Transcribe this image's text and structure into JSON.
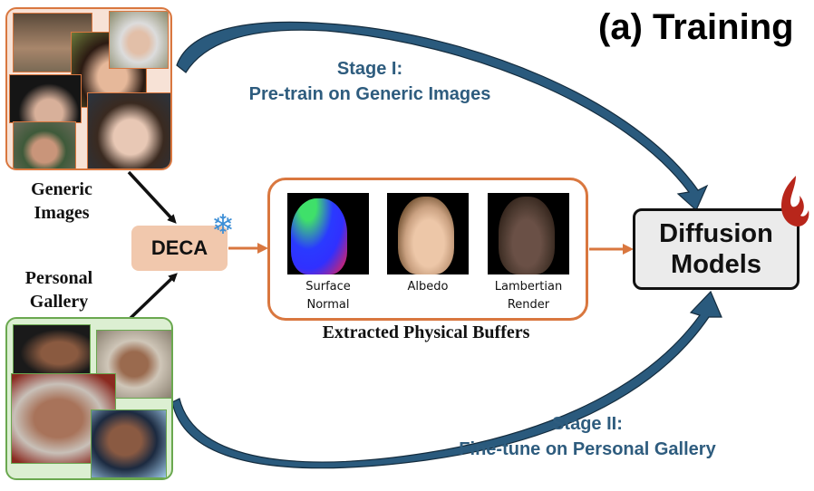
{
  "figure": {
    "title": "(a) Training",
    "stage1": {
      "line1": "Stage I:",
      "line2": "Pre-train on Generic Images"
    },
    "stage2": {
      "line1": "Stage II:",
      "line2": "Fine-tune on Personal Gallery"
    },
    "generic_images": {
      "label_line1": "Generic",
      "label_line2": "Images",
      "photo_count": 6
    },
    "personal_gallery": {
      "label_line1": "Personal",
      "label_line2": "Gallery",
      "photo_count": 4
    },
    "deca": {
      "label": "DECA",
      "icon": "snowflake-icon",
      "frozen": true
    },
    "buffers": {
      "caption": "Extracted Physical Buffers",
      "items": [
        {
          "line1": "Surface",
          "line2": "Normal"
        },
        {
          "line1": "Albedo",
          "line2": ""
        },
        {
          "line1": "Lambertian",
          "line2": "Render"
        }
      ]
    },
    "diffusion": {
      "line1": "Diffusion",
      "line2": "Models",
      "icon": "flame-icon",
      "trainable": true
    },
    "colors": {
      "stage_text": "#2e5c7e",
      "curved_arrow": "#2a5a7d",
      "generic_border": "#d9773f",
      "personal_border": "#6aa84f",
      "deca_fill": "#f1c8ad",
      "flame": "#b8261b",
      "snowflake": "#3e8fd6"
    }
  }
}
